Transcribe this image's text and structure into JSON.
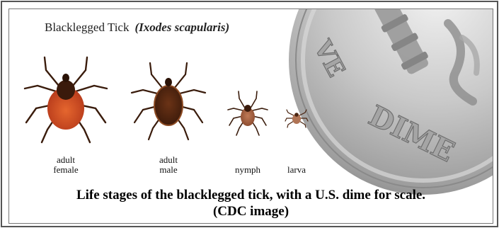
{
  "title": {
    "common_name": "Blacklegged Tick",
    "scientific_name": "(Ixodes scapularis)"
  },
  "stages": {
    "adult_female": {
      "line1": "adult",
      "line2": "female"
    },
    "adult_male": {
      "line1": "adult",
      "line2": "male"
    },
    "nymph": {
      "line1": "nymph"
    },
    "larva": {
      "line1": "larva"
    }
  },
  "coin": {
    "visible_text": "DIME",
    "partial_text": "VE"
  },
  "caption": {
    "line1": "Life stages of the blacklegged tick, with a U.S. dime for scale.",
    "line2": "(CDC image)"
  }
}
